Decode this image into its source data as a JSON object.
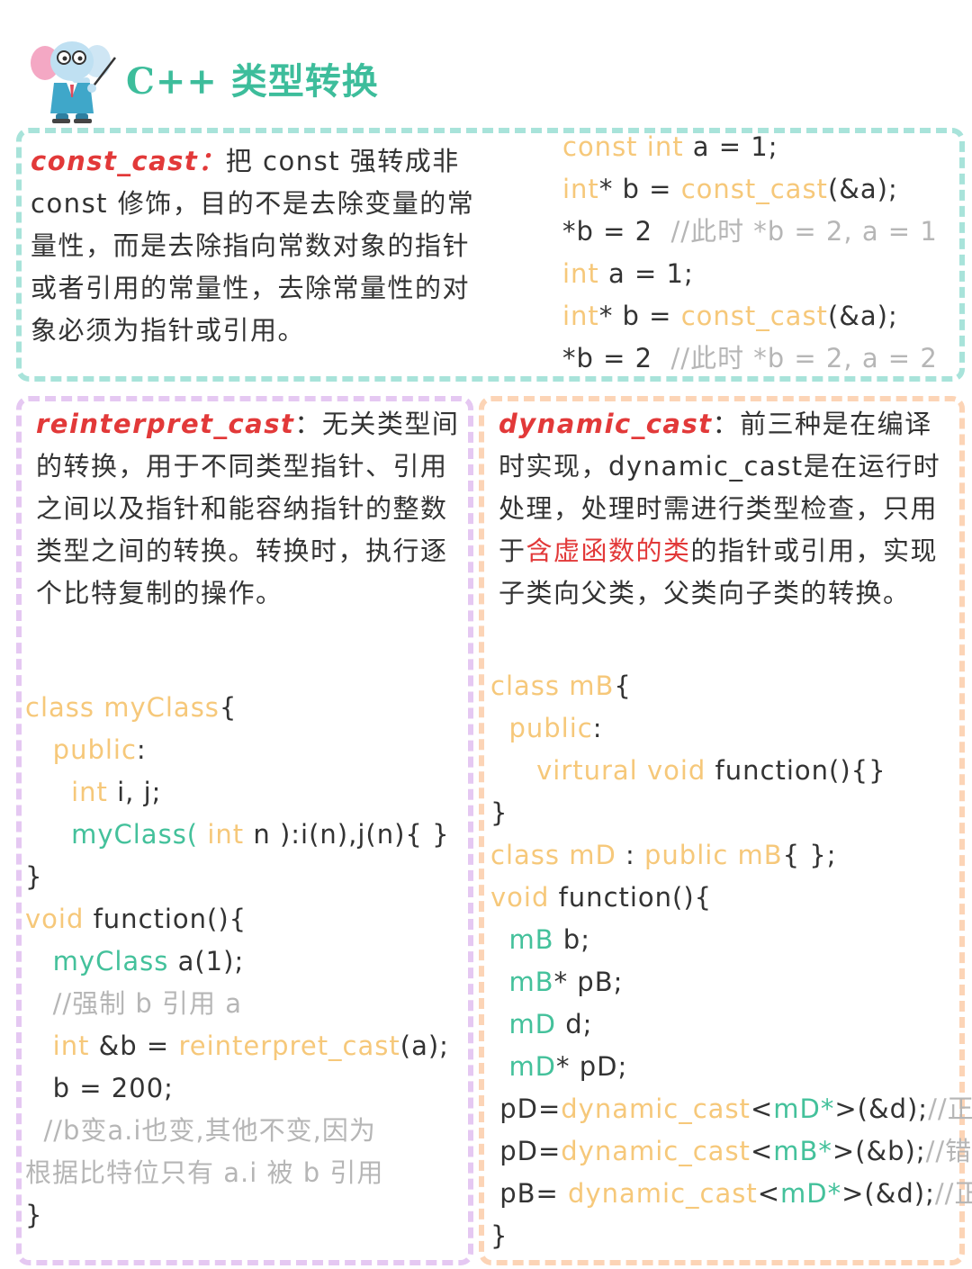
{
  "header": {
    "title": "C++ 类型转换"
  },
  "const_section": {
    "keyword": "const_cast",
    "sep": "：",
    "desc": "把 const 强转成非 const 修饰，目的不是去除变量的常量性，而是去除指向常数对象的指针或者引用的常量性，去除常量性的对象必须为指针或引用。",
    "code": [
      [
        {
          "t": "const int",
          "c": "y"
        },
        {
          "t": " a = 1;",
          "c": ""
        }
      ],
      [
        {
          "t": "int",
          "c": "y"
        },
        {
          "t": "* b = ",
          "c": ""
        },
        {
          "t": "const_cast",
          "c": "y"
        },
        {
          "t": "(&a);",
          "c": ""
        }
      ],
      [
        {
          "t": "*b = 2  ",
          "c": ""
        },
        {
          "t": "//此时 *b = 2, a = 1",
          "c": "c"
        }
      ],
      [
        {
          "t": "int",
          "c": "y"
        },
        {
          "t": " a = 1;",
          "c": ""
        }
      ],
      [
        {
          "t": "int",
          "c": "y"
        },
        {
          "t": "* b = ",
          "c": ""
        },
        {
          "t": "const_cast",
          "c": "y"
        },
        {
          "t": "(&a);",
          "c": ""
        }
      ],
      [
        {
          "t": "*b = 2  ",
          "c": ""
        },
        {
          "t": "//此时 *b = 2, a = 2",
          "c": "c"
        }
      ]
    ]
  },
  "reinterpret_section": {
    "keyword": "reinterpret_cast",
    "sep": "：",
    "desc": "无关类型间的转换，用于不同类型指针、引用之间以及指针和能容纳指针的整数类型之间的转换。转换时，执行逐个比特复制的操作。",
    "code": [
      [
        {
          "t": "class myClass",
          "c": "y"
        },
        {
          "t": "{",
          "c": ""
        }
      ],
      [
        {
          "t": "   ",
          "c": ""
        },
        {
          "t": "public",
          "c": "y"
        },
        {
          "t": ":",
          "c": ""
        }
      ],
      [
        {
          "t": "     ",
          "c": ""
        },
        {
          "t": "int",
          "c": "y"
        },
        {
          "t": " i, j;",
          "c": ""
        }
      ],
      [
        {
          "t": "     ",
          "c": ""
        },
        {
          "t": "myClass(",
          "c": "g"
        },
        {
          "t": " int",
          "c": "y"
        },
        {
          "t": " n ):i(n),j(n){ }",
          "c": ""
        }
      ],
      [
        {
          "t": "}",
          "c": ""
        }
      ],
      [
        {
          "t": "void",
          "c": "y"
        },
        {
          "t": " function(){",
          "c": ""
        }
      ],
      [
        {
          "t": "   ",
          "c": ""
        },
        {
          "t": "myClass",
          "c": "g"
        },
        {
          "t": " a(1);",
          "c": ""
        }
      ],
      [
        {
          "t": "   ",
          "c": ""
        },
        {
          "t": "//强制 b 引用 a",
          "c": "c"
        }
      ],
      [
        {
          "t": "   ",
          "c": ""
        },
        {
          "t": "int",
          "c": "y"
        },
        {
          "t": " &b = ",
          "c": ""
        },
        {
          "t": "reinterpret_cast",
          "c": "y"
        },
        {
          "t": "(a);",
          "c": ""
        }
      ],
      [
        {
          "t": "   b = 200;",
          "c": ""
        }
      ],
      [
        {
          "t": "  ",
          "c": ""
        },
        {
          "t": "//b变a.i也变,其他不变,因为",
          "c": "c"
        }
      ],
      [
        {
          "t": "根据比特位只有 a.i 被 b 引用",
          "c": "c"
        }
      ],
      [
        {
          "t": "}",
          "c": ""
        }
      ]
    ]
  },
  "dynamic_section": {
    "keyword": "dynamic_cast",
    "sep": "：",
    "desc_before": "前三种是在编译时实现，dynamic_cast是在运行时处理，处理时需进行类型检查，只用于",
    "desc_highlight": "含虚函数的类",
    "desc_after": "的指针或引用，实现子类向父类，父类向子类的转换。",
    "code": [
      [
        {
          "t": "class mB",
          "c": "y"
        },
        {
          "t": "{",
          "c": ""
        }
      ],
      [
        {
          "t": "  ",
          "c": ""
        },
        {
          "t": "public",
          "c": "y"
        },
        {
          "t": ":",
          "c": ""
        }
      ],
      [
        {
          "t": "     ",
          "c": ""
        },
        {
          "t": "virtural void",
          "c": "y"
        },
        {
          "t": " function(){}",
          "c": ""
        }
      ],
      [
        {
          "t": "}",
          "c": ""
        }
      ],
      [
        {
          "t": "class mD",
          "c": "y"
        },
        {
          "t": " : ",
          "c": ""
        },
        {
          "t": "public mB",
          "c": "y"
        },
        {
          "t": "{ };",
          "c": ""
        }
      ],
      [
        {
          "t": "void",
          "c": "y"
        },
        {
          "t": " function(){",
          "c": ""
        }
      ],
      [
        {
          "t": "  ",
          "c": ""
        },
        {
          "t": "mB",
          "c": "g"
        },
        {
          "t": " b;",
          "c": ""
        }
      ],
      [
        {
          "t": "  ",
          "c": ""
        },
        {
          "t": "mB",
          "c": "g"
        },
        {
          "t": "* pB;",
          "c": ""
        }
      ],
      [
        {
          "t": "  ",
          "c": ""
        },
        {
          "t": "mD",
          "c": "g"
        },
        {
          "t": " d;",
          "c": ""
        }
      ],
      [
        {
          "t": "  ",
          "c": ""
        },
        {
          "t": "mD",
          "c": "g"
        },
        {
          "t": "* pD;",
          "c": ""
        }
      ],
      [
        {
          "t": " pD=",
          "c": ""
        },
        {
          "t": "dynamic_cast",
          "c": "y"
        },
        {
          "t": "<",
          "c": ""
        },
        {
          "t": "mD*",
          "c": "g"
        },
        {
          "t": ">(&d);",
          "c": ""
        },
        {
          "t": "//正确",
          "c": "c"
        }
      ],
      [
        {
          "t": " pD=",
          "c": ""
        },
        {
          "t": "dynamic_cast",
          "c": "y"
        },
        {
          "t": "<",
          "c": ""
        },
        {
          "t": "mB*",
          "c": "g"
        },
        {
          "t": ">(&b);",
          "c": ""
        },
        {
          "t": "//错误",
          "c": "c"
        }
      ],
      [
        {
          "t": " pB= ",
          "c": ""
        },
        {
          "t": "dynamic_cast",
          "c": "y"
        },
        {
          "t": "<",
          "c": ""
        },
        {
          "t": "mD*",
          "c": "g"
        },
        {
          "t": ">(&d);",
          "c": ""
        },
        {
          "t": "//正确",
          "c": "c"
        }
      ],
      [
        {
          "t": "}",
          "c": ""
        }
      ]
    ]
  }
}
